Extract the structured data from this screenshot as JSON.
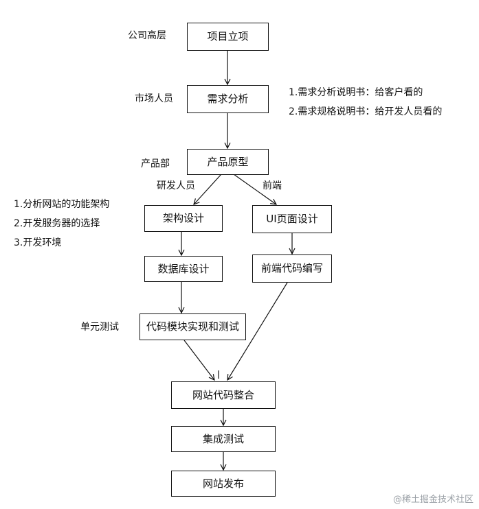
{
  "nodes": {
    "project_approval": "项目立项",
    "requirement_analysis": "需求分析",
    "product_prototype": "产品原型",
    "architecture_design": "架构设计",
    "ui_page_design": "UI页面设计",
    "database_design": "数据库设计",
    "frontend_code": "前端代码编写",
    "module_impl_test": "代码模块实现和测试",
    "site_integration": "网站代码整合",
    "integration_test": "集成测试",
    "site_release": "网站发布"
  },
  "roles": {
    "executives": "公司高层",
    "marketing": "市场人员",
    "product_dept": "产品部",
    "developers": "研发人员",
    "frontend": "前端",
    "unit_test": "单元测试"
  },
  "notes": {
    "requirements": [
      "1.需求分析说明书：给客户看的",
      "2.需求规格说明书：给开发人员看的"
    ],
    "architecture": [
      "1.分析网站的功能架构",
      "2.开发服务器的选择",
      "3.开发环境"
    ]
  },
  "watermark": "@稀土掘金技术社区"
}
